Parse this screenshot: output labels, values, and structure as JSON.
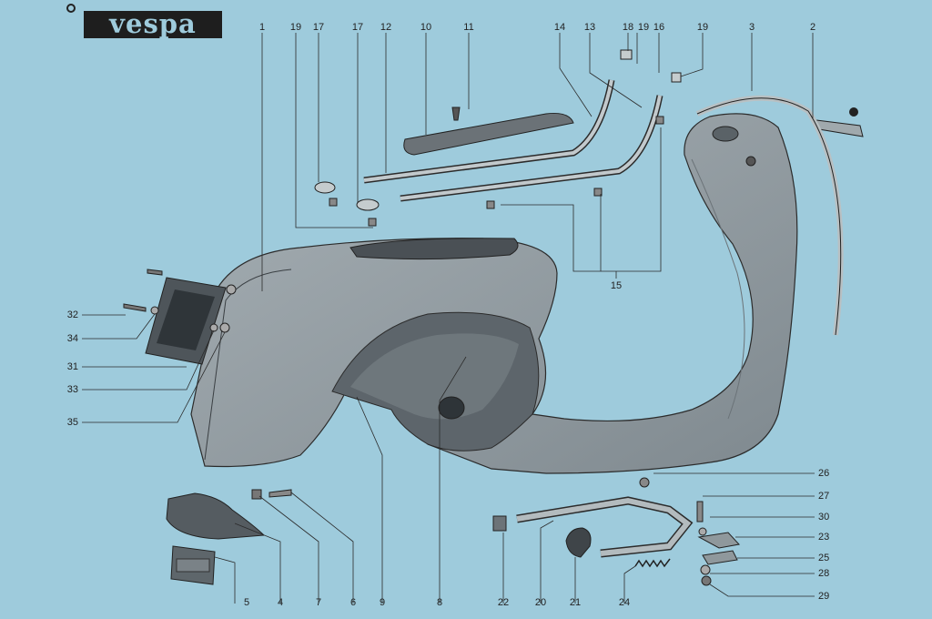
{
  "brand": {
    "logo_text": "vespa"
  },
  "colors": {
    "background": "#9ecbdc",
    "parts": "#8f9aa1",
    "parts_dark": "#4c5257",
    "lines": "#2b2b2b"
  },
  "callouts": {
    "c1": "1",
    "c2": "2",
    "c3": "3",
    "c5": "5",
    "c4": "4",
    "c6": "6",
    "c7": "7",
    "c8": "8",
    "c9": "9",
    "c10": "10",
    "c11": "11",
    "c12": "12",
    "c13": "13",
    "c14": "14",
    "c15": "15",
    "c16": "16",
    "c17a": "17",
    "c17b": "17",
    "c18": "18",
    "c19a": "19",
    "c19b": "19",
    "c19c": "19",
    "c20": "20",
    "c21": "21",
    "c22": "22",
    "c23": "23",
    "c24": "24",
    "c25": "25",
    "c26": "26",
    "c27": "27",
    "c28": "28",
    "c29": "29",
    "c30": "30",
    "c31": "31",
    "c32": "32",
    "c33": "33",
    "c34": "34",
    "c35": "35"
  }
}
